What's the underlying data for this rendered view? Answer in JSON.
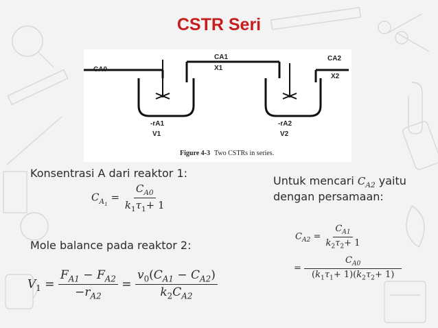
{
  "title": "CSTR Seri",
  "figure": {
    "inlet_label": "CA0",
    "middle_label_top": "CA1",
    "middle_label_bottom": "X1",
    "outlet_label_top": "CA2",
    "outlet_label_bottom": "X2",
    "reactor1_rate": "-rA1",
    "reactor1_volume": "V1",
    "reactor2_rate": "-rA2",
    "reactor2_volume": "V2",
    "caption_bold": "Figure 4-3",
    "caption_text": "Two CSTRs in series."
  },
  "left": {
    "heading1": "Konsentrasi A dari reaktor 1:",
    "heading2": "Mole balance pada reaktor 2:"
  },
  "right": {
    "line1": "Untuk mencari",
    "line1_suffix": "yaitu",
    "line2": "dengan persamaan:"
  }
}
